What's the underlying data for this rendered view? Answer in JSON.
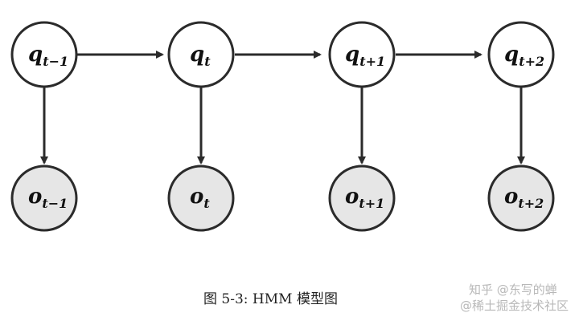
{
  "diagram": {
    "hidden_nodes": [
      {
        "base": "q",
        "sub": "t−1"
      },
      {
        "base": "q",
        "sub": "t"
      },
      {
        "base": "q",
        "sub": "t+1"
      },
      {
        "base": "q",
        "sub": "t+2"
      }
    ],
    "observed_nodes": [
      {
        "base": "o",
        "sub": "t−1"
      },
      {
        "base": "o",
        "sub": "t"
      },
      {
        "base": "o",
        "sub": "t+1"
      },
      {
        "base": "o",
        "sub": "t+2"
      }
    ],
    "colors": {
      "stroke": "#2b2b2b",
      "hidden_fill": "#ffffff",
      "observed_fill": "#e6e6e6"
    }
  },
  "caption": "图 5-3: HMM 模型图",
  "watermark": {
    "line1": "知乎 @东写的蝉",
    "line2": "@稀土掘金技术社区"
  }
}
